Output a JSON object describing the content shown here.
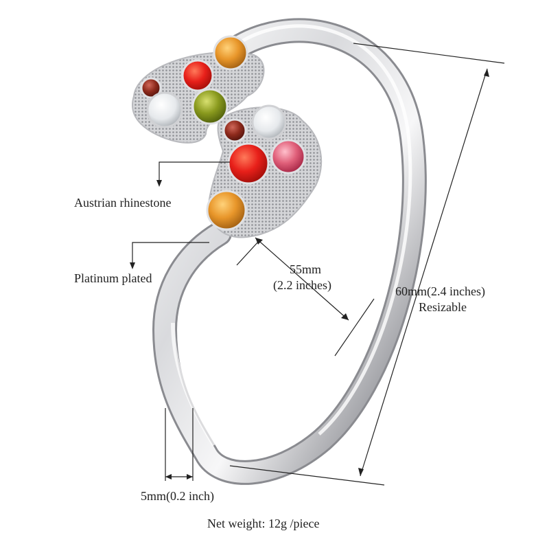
{
  "annotations": {
    "material_stone": "Austrian rhinestone",
    "material_plating": "Platinum plated",
    "inner_diameter": "55mm",
    "inner_diameter_inches": "(2.2 inches)",
    "outer_size": "60mm(2.4 inches)",
    "resizable": "Resizable",
    "band_width": "5mm(0.2 inch)",
    "net_weight": "Net weight: 12g /piece"
  },
  "colors": {
    "silver_light": "#f2f2f4",
    "silver_mid": "#c9cace",
    "silver_dark": "#8a8b90",
    "stone_red": "#e8201a",
    "stone_orange": "#e89a22",
    "stone_olive": "#8a9a1e",
    "stone_garnet": "#8e2a1c",
    "stone_pink": "#e0607a",
    "stone_clear": "#eef0f2"
  },
  "icons": [
    "arrow-down-icon",
    "arrow-up-icon"
  ]
}
